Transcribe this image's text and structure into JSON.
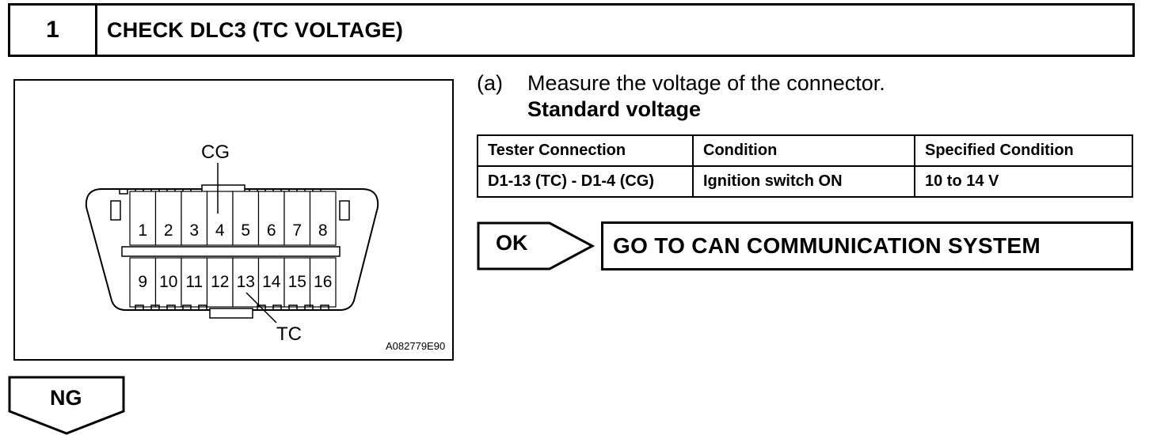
{
  "step": {
    "number": "1",
    "title": "CHECK DLC3 (TC VOLTAGE)"
  },
  "figure": {
    "labels": {
      "cg": "CG",
      "tc": "TC"
    },
    "pins_top": [
      "1",
      "2",
      "3",
      "4",
      "5",
      "6",
      "7",
      "8"
    ],
    "pins_bottom": [
      "9",
      "10",
      "11",
      "12",
      "13",
      "14",
      "15",
      "16"
    ],
    "code": "A082779E90"
  },
  "instruction": {
    "marker": "(a)",
    "text": "Measure the voltage of the connector.",
    "subheading": "Standard voltage"
  },
  "table": {
    "headers": [
      "Tester Connection",
      "Condition",
      "Specified Condition"
    ],
    "rows": [
      [
        "D1-13 (TC) - D1-4 (CG)",
        "Ignition switch ON",
        "10 to 14 V"
      ]
    ]
  },
  "ok": {
    "label": "OK",
    "result": "GO TO CAN COMMUNICATION SYSTEM"
  },
  "ng": {
    "label": "NG"
  }
}
